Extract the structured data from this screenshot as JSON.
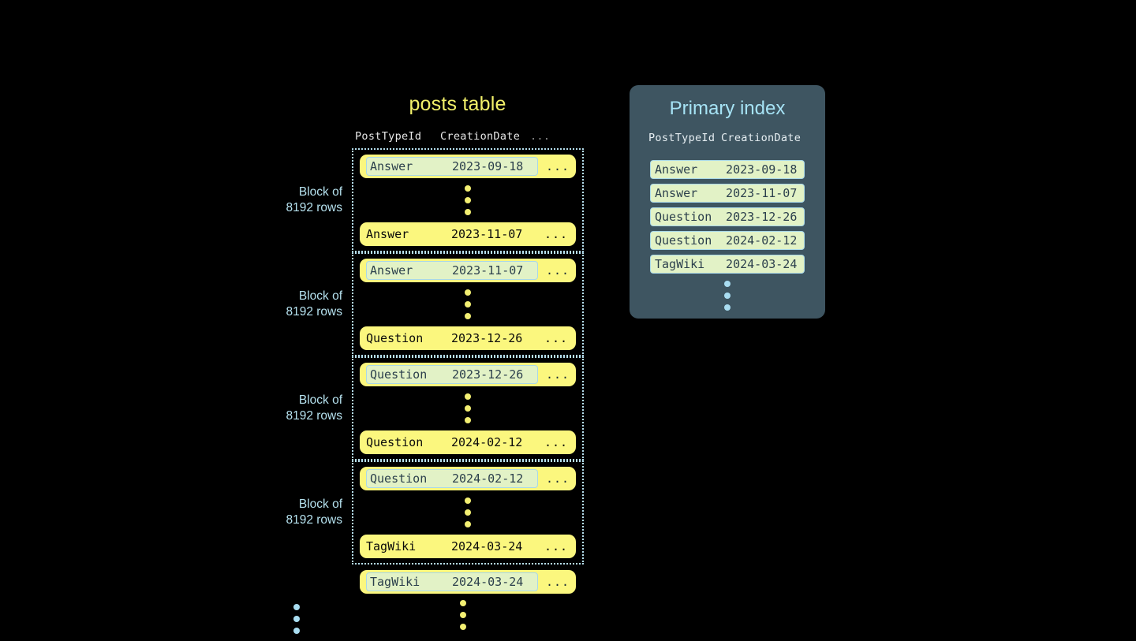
{
  "colors": {
    "background": "#000000",
    "row_yellow": "#fbf77e",
    "key_green": "#e2f2c6",
    "key_border_blue": "#a9d8e8",
    "dotted_border_blue": "#b6dfee",
    "label_blue": "#b6e2ef",
    "title_yellow": "#f2f06a",
    "index_panel_bg": "#3e5561",
    "index_title_blue": "#a6e3f5",
    "dot_yellow": "#f3ef72",
    "dot_blue": "#a9ddf1",
    "header_text": "#e8e8e8",
    "ellipsis_gray": "#8d8d8d"
  },
  "posts_table": {
    "title": "posts table",
    "columns": {
      "post_type_id": "PostTypeId",
      "creation_date": "CreationDate",
      "more": "..."
    },
    "blocks": [
      {
        "label_line1": "Block of",
        "label_line2": "8192 rows",
        "first_row": {
          "post_type_id": "Answer",
          "creation_date": "2023-09-18",
          "more": "...",
          "highlighted": true
        },
        "last_row": {
          "post_type_id": "Answer",
          "creation_date": "2023-11-07",
          "more": "...",
          "highlighted": false
        }
      },
      {
        "label_line1": "Block of",
        "label_line2": "8192 rows",
        "first_row": {
          "post_type_id": "Answer",
          "creation_date": "2023-11-07",
          "more": "...",
          "highlighted": true
        },
        "last_row": {
          "post_type_id": "Question",
          "creation_date": "2023-12-26",
          "more": "...",
          "highlighted": false
        }
      },
      {
        "label_line1": "Block of",
        "label_line2": "8192 rows",
        "first_row": {
          "post_type_id": "Question",
          "creation_date": "2023-12-26",
          "more": "...",
          "highlighted": true
        },
        "last_row": {
          "post_type_id": "Question",
          "creation_date": "2024-02-12",
          "more": "...",
          "highlighted": false
        }
      },
      {
        "label_line1": "Block of",
        "label_line2": "8192 rows",
        "first_row": {
          "post_type_id": "Question",
          "creation_date": "2024-02-12",
          "more": "...",
          "highlighted": true
        },
        "last_row": {
          "post_type_id": "TagWiki",
          "creation_date": "2024-03-24",
          "more": "...",
          "highlighted": false
        }
      }
    ],
    "trailing_row": {
      "post_type_id": "TagWiki",
      "creation_date": "2024-03-24",
      "more": "...",
      "highlighted": true
    }
  },
  "primary_index": {
    "title": "Primary index",
    "columns": {
      "post_type_id": "PostTypeId",
      "creation_date": "CreationDate"
    },
    "entries": [
      {
        "post_type_id": "Answer",
        "creation_date": "2023-09-18"
      },
      {
        "post_type_id": "Answer",
        "creation_date": "2023-11-07"
      },
      {
        "post_type_id": "Question",
        "creation_date": "2023-12-26"
      },
      {
        "post_type_id": "Question",
        "creation_date": "2024-02-12"
      },
      {
        "post_type_id": "TagWiki",
        "creation_date": "2024-03-24"
      }
    ]
  }
}
